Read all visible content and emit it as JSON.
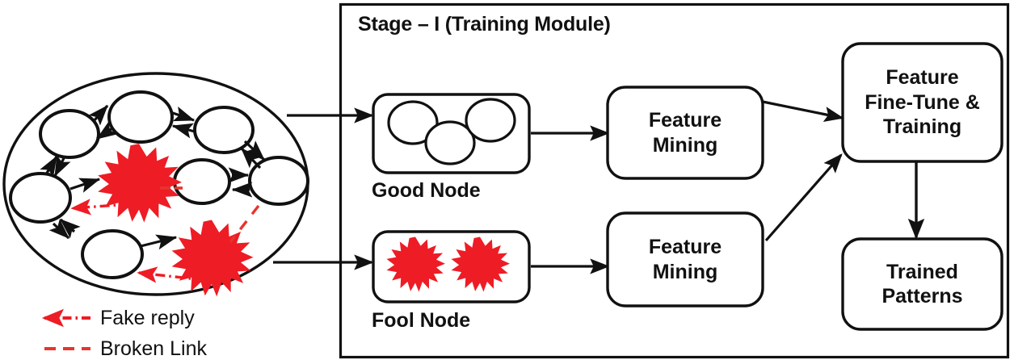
{
  "diagram": {
    "title": "Stage – I (Training Module)",
    "colors": {
      "stroke": "#111111",
      "fake_reply": "#ee1c25",
      "broken_link": "#e8342c",
      "burst": "#ee1c25",
      "background": "#ffffff"
    },
    "network": {
      "name": "node-network",
      "good_nodes": 7,
      "fool_bursts": 2
    },
    "boxes": {
      "good_node": {
        "caption": "Good Node",
        "circles": 3
      },
      "fool_node": {
        "caption": "Fool Node",
        "bursts": 2
      },
      "feature_mining_top": {
        "line1": "Feature",
        "line2": "Mining"
      },
      "feature_mining_bottom": {
        "line1": "Feature",
        "line2": "Mining"
      },
      "feature_fine_tune": {
        "line1": "Feature",
        "line2": "Fine-Tune &",
        "line3": "Training"
      },
      "trained_patterns": {
        "line1": "Trained",
        "line2": "Patterns"
      }
    },
    "legend": [
      {
        "label": "Fake reply",
        "style": "dash-dot-arrow",
        "color": "#ee1c25"
      },
      {
        "label": "Broken Link",
        "style": "dashed",
        "color": "#e8342c"
      }
    ]
  }
}
